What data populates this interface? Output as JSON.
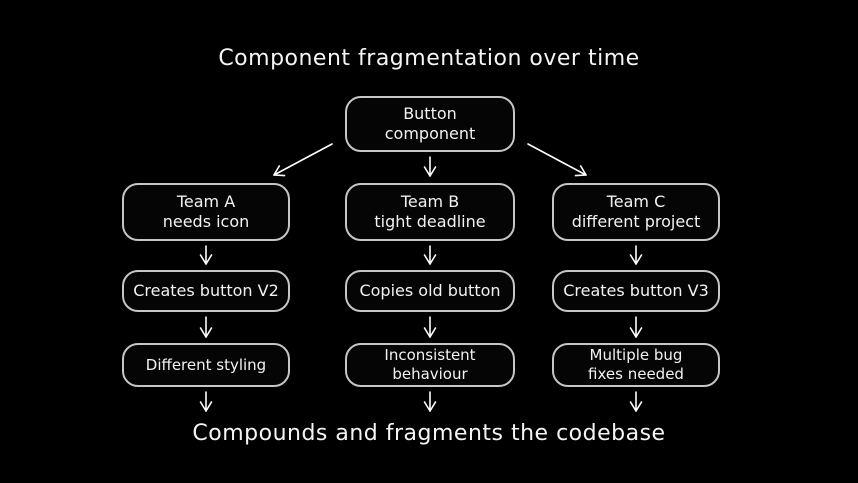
{
  "title": "Component fragmentation over time",
  "footer": "Compounds and fragments the codebase",
  "root": {
    "label": "Button\ncomponent"
  },
  "columns": [
    {
      "name": "Team A",
      "nodes": [
        {
          "label": "Team A\nneeds icon"
        },
        {
          "label": "Creates button V2"
        },
        {
          "label": "Different styling"
        }
      ]
    },
    {
      "name": "Team B",
      "nodes": [
        {
          "label": "Team B\ntight deadline"
        },
        {
          "label": "Copies old button"
        },
        {
          "label": "Inconsistent\nbehaviour"
        }
      ]
    },
    {
      "name": "Team C",
      "nodes": [
        {
          "label": "Team C\ndifferent project"
        },
        {
          "label": "Creates button V3"
        },
        {
          "label": "Multiple bug\nfixes needed"
        }
      ]
    }
  ],
  "colors": {
    "background": "#000000",
    "node_border": "#c6c6c6",
    "node_fill": "#050505",
    "text": "#f2f2f2",
    "arrow": "#ffffff"
  }
}
